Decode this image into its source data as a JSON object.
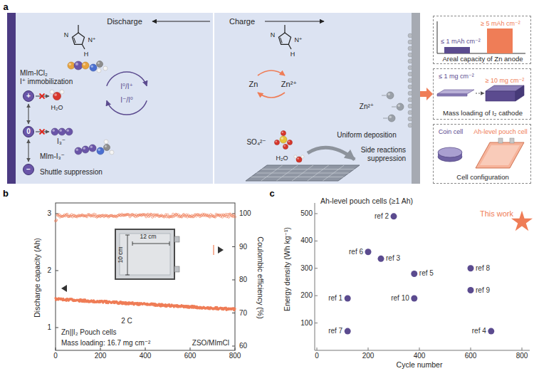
{
  "diagram": {
    "nodes": [
      {
        "text": [
          "Discharge"
        ]
      },
      {
        "text": [
          "+"
        ],
        "in": 0
      },
      {
        "text": [
          "0"
        ],
        "in": 0
      },
      {
        "text": [
          "−"
        ],
        "in": 0
      },
      {
        "text": [
          "Charge"
        ]
      },
      {
        "text": [
          "≤ 1 mAh cm⁻²",
          "≥ 5 mAh cm⁻²",
          "Areal capacity of Zn anode"
        ]
      },
      {
        "text": [
          "≤ 1 mg cm⁻²",
          "≥ 10 mg cm⁻²",
          "Mass loading of I₂ cathode"
        ]
      },
      {
        "text": [
          "Coin cell",
          "Ah-level pouch cell",
          "Cell configuration"
        ]
      }
    ],
    "edges": [
      {
        "from": 4,
        "to": 6,
        "arrow": "to"
      }
    ],
    "labels": [
      "a",
      "N",
      "N⁺",
      "H",
      "MIm-ICl₂",
      "I⁺ immobilization",
      "I⁰/I⁺",
      "I⁻/I⁰",
      "H₂O",
      "I₃⁻",
      "MIm-I₃⁻",
      "Shuttle suppression",
      "N",
      "N⁺",
      "H",
      "Zn",
      "Zn²⁺",
      "Zn²⁺",
      "Uniform deposition",
      "SO₄²⁻",
      "H₂O",
      "Side reactions suppression",
      "b",
      "3",
      "2",
      "1",
      "100",
      "90",
      "80",
      "70",
      "60",
      "0",
      "200",
      "400",
      "600",
      "800",
      "Discharge capacity (Ah)",
      "Coulombic efficiency (%)",
      "10 cm",
      "12 cm",
      "2 C",
      "Zn||I₂ Pouch cells",
      "Mass loading: 16.7 mg cm⁻²",
      "ZSO/MImCl",
      "c",
      "Ah-level pouch cells (≥1 Ah)",
      "Energy density (Wh kg⁻¹)",
      "500",
      "400",
      "300",
      "200",
      "100",
      "0",
      "200",
      "400",
      "600",
      "800",
      "Cycle number",
      "ref 2",
      "ref 6",
      "ref 3",
      "ref 5",
      "ref 1",
      "ref 10",
      "ref 8",
      "ref 9",
      "ref 7",
      "ref 4",
      "This work"
    ]
  }
}
